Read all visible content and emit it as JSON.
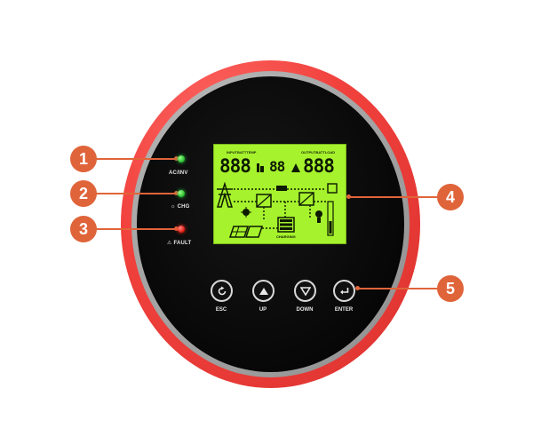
{
  "leds": [
    {
      "number": "1",
      "label": "AC/INV",
      "color": "#2ecc40"
    },
    {
      "number": "2",
      "label": "CHG",
      "color": "#2ecc40"
    },
    {
      "number": "3",
      "label": "FAULT",
      "color": "#ff2a1a"
    }
  ],
  "lcd": {
    "callout": "4",
    "input_label": "INPUTBATTTEMP",
    "output_label": "OUTPUTBATTLOAD",
    "input_value": "888",
    "center_value": "88",
    "output_value": "888",
    "charging_label": "CHARGING",
    "colors": {
      "background": "#a6f22d",
      "segments": "#0d1a02"
    }
  },
  "buttons": {
    "callout": "5",
    "esc_label": "ESC",
    "up_label": "UP",
    "down_label": "DOWN",
    "enter_label": "ENTER"
  },
  "colors": {
    "ring": "#f1413d",
    "badge": "#e0643a",
    "face": "#050505"
  }
}
